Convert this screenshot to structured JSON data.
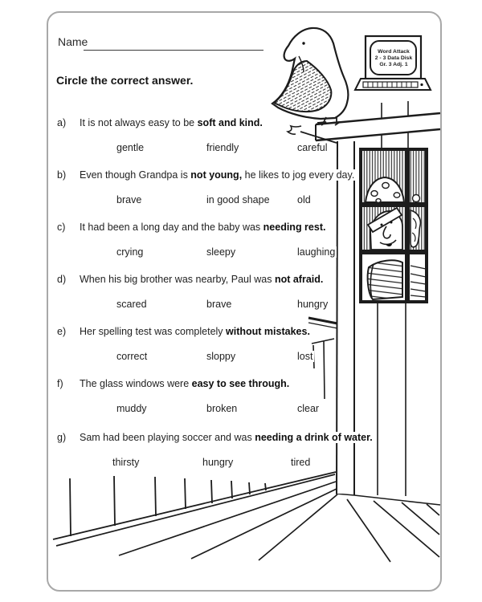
{
  "page": {
    "paper_color": "#ffffff",
    "ink_color": "#1f1f1f",
    "border_color": "#a8a8a8"
  },
  "header": {
    "name_label": "Name",
    "instruction": "Circle the correct answer."
  },
  "computer": {
    "screen_lines": [
      "Word Attack",
      "2 - 3 Data Disk",
      "Gr. 3  Adj. 1"
    ]
  },
  "questions": [
    {
      "letter": "a)",
      "pre": "It is not always easy to be ",
      "bold": "soft and kind.",
      "post": "",
      "answers": [
        "gentle",
        "friendly",
        "careful"
      ]
    },
    {
      "letter": "b)",
      "pre": "Even though Grandpa is ",
      "bold": "not young,",
      "post": " he likes to jog  every day.",
      "answers": [
        "brave",
        "in good shape",
        "old"
      ]
    },
    {
      "letter": "c)",
      "pre": "It had been a long day and the baby was ",
      "bold": "needing rest.",
      "post": "",
      "answers": [
        "crying",
        "sleepy",
        "laughing"
      ]
    },
    {
      "letter": "d)",
      "pre": "When his big brother was nearby, Paul was ",
      "bold": "not afraid.",
      "post": "",
      "answers": [
        "scared",
        "brave",
        "hungry"
      ]
    },
    {
      "letter": "e)",
      "pre": "Her spelling test was completely ",
      "bold": "without mistakes.",
      "post": "",
      "answers": [
        "correct",
        "sloppy",
        "lost"
      ]
    },
    {
      "letter": "f)",
      "pre": "The glass windows were ",
      "bold": "easy to see through.",
      "post": "",
      "answers": [
        "muddy",
        "broken",
        "clear"
      ]
    },
    {
      "letter": "g)",
      "pre": "Sam had been playing soccer and was ",
      "bold": "needing a drink of water.",
      "post": "",
      "answers": [
        "thirsty",
        "hungry",
        "tired"
      ]
    }
  ]
}
